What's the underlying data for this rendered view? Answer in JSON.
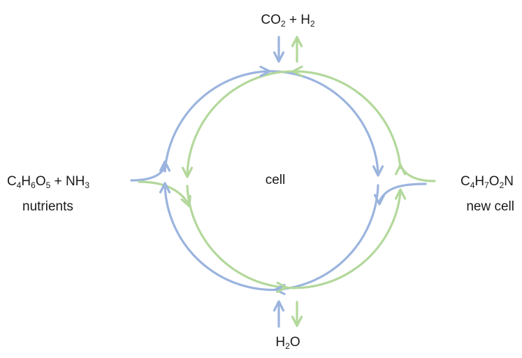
{
  "colors": {
    "forward": "#9bb4de",
    "reverse": "#b3d89b",
    "text": "#1a1a1a"
  },
  "labels": {
    "top": [
      {
        "text": "CO"
      },
      {
        "text": "2",
        "sub": true
      },
      {
        "text": " + H"
      },
      {
        "text": "2",
        "sub": true
      }
    ],
    "bottom": [
      {
        "text": "H"
      },
      {
        "text": "2",
        "sub": true
      },
      {
        "text": "O"
      }
    ],
    "left_formula": [
      {
        "text": "C"
      },
      {
        "text": "4",
        "sub": true
      },
      {
        "text": "H"
      },
      {
        "text": "6",
        "sub": true
      },
      {
        "text": "O"
      },
      {
        "text": "5",
        "sub": true
      },
      {
        "text": " + NH"
      },
      {
        "text": "3",
        "sub": true
      }
    ],
    "left_caption": "nutrients",
    "right_formula": [
      {
        "text": "C"
      },
      {
        "text": "4",
        "sub": true
      },
      {
        "text": "H"
      },
      {
        "text": "7",
        "sub": true
      },
      {
        "text": "O"
      },
      {
        "text": "2",
        "sub": true
      },
      {
        "text": "N"
      }
    ],
    "right_caption": "new cell",
    "center": "cell"
  }
}
